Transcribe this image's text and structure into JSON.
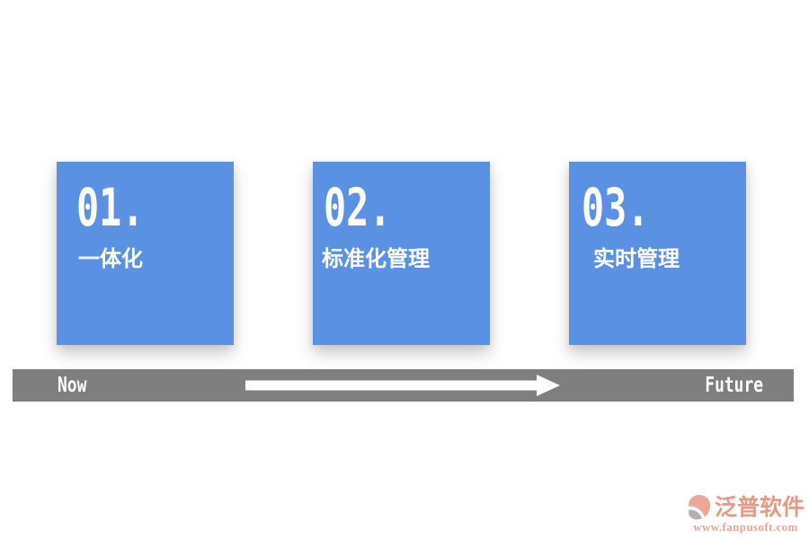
{
  "slide": {
    "background_color": "#ffffff"
  },
  "cards": [
    {
      "number": "01.",
      "label": "一体化"
    },
    {
      "number": "02.",
      "label": "标准化管理"
    },
    {
      "number": "03.",
      "label": "实时管理"
    }
  ],
  "cards_style": {
    "background_color": "#5b91e2",
    "text_color": "#ffffff"
  },
  "timeline": {
    "start_label": "Now",
    "end_label": "Future",
    "bar_color": "#7f7f7f",
    "text_color": "#ffffff",
    "arrow_color": "#ffffff",
    "arrow_direction": "right"
  },
  "logo": {
    "icon": "fanpu-swoosh-icon",
    "name": "泛普软件",
    "url": "www.fanpusoft.com",
    "primary_color": "#e2927d",
    "secondary_color": "#a596a2"
  }
}
